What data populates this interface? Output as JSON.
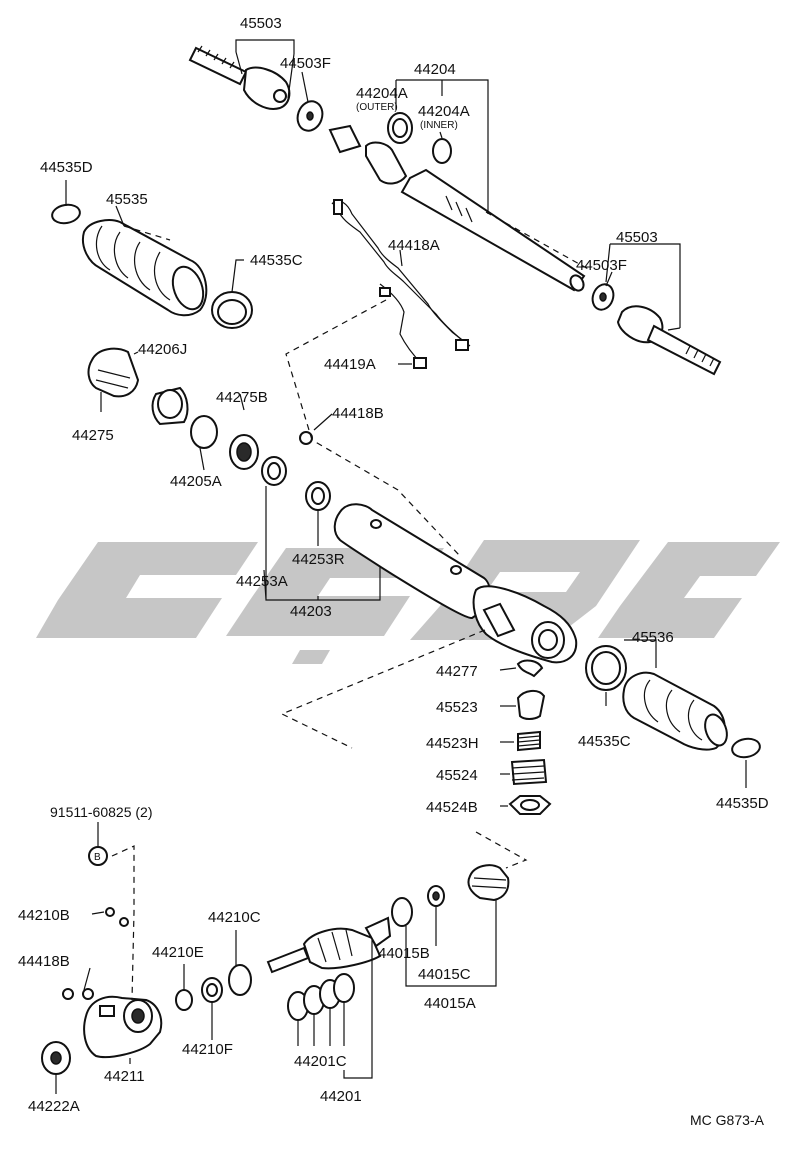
{
  "diagram": {
    "reference_code": "MC G873-A",
    "labels": {
      "l45503_top": "45503",
      "l44503F_top": "44503F",
      "l44204": "44204",
      "l44204A_outer": "44204A",
      "l44204A_outer_note": "(OUTER)",
      "l44204A_inner": "44204A",
      "l44204A_inner_note": "(INNER)",
      "l44535D_left": "44535D",
      "l45535": "45535",
      "l44535C_left": "44535C",
      "l44418A": "44418A",
      "l45503_right": "45503",
      "l44503F_right": "44503F",
      "l44419A": "44419A",
      "l44206J": "44206J",
      "l44275B": "44275B",
      "l44418B_mid": "44418B",
      "l44275": "44275",
      "l44205A": "44205A",
      "l44253R": "44253R",
      "l44253A": "44253A",
      "l44203": "44203",
      "l45536": "45536",
      "l44277": "44277",
      "l45523": "45523",
      "l44523H": "44523H",
      "l44535C_right": "44535C",
      "l45524": "45524",
      "l44524B": "44524B",
      "l44535D_right": "44535D",
      "l91511": "91511-60825 (2)",
      "lB": "B",
      "l44210B": "44210B",
      "l44210C": "44210C",
      "l44418B_low": "44418B",
      "l44210E": "44210E",
      "l44015B": "44015B",
      "l44015C": "44015C",
      "l44015A": "44015A",
      "l44210F": "44210F",
      "l44211": "44211",
      "l44201C": "44201C",
      "l44222A": "44222A",
      "l44201": "44201"
    },
    "colors": {
      "line": "#111111",
      "watermark": "#c6c6c6",
      "background": "#ffffff"
    }
  }
}
